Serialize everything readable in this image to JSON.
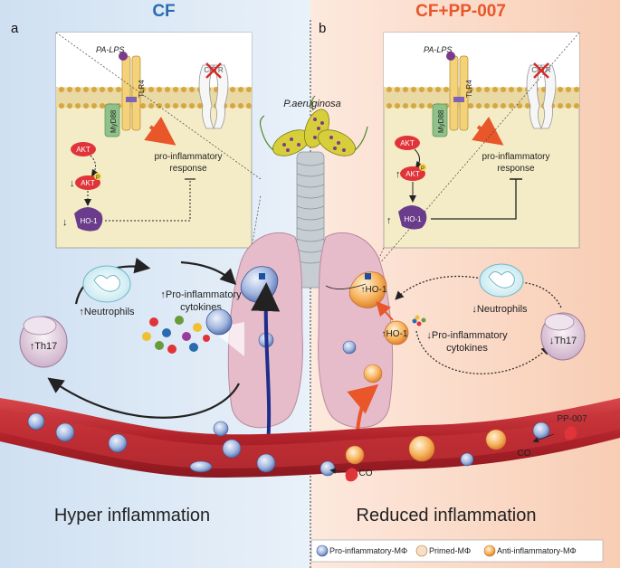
{
  "panels": {
    "left": {
      "letter": "a",
      "title": "CF",
      "footer": "Hyper inflammation",
      "inset": {
        "pa_lps": "PA-LPS",
        "tlr4": "TLR4",
        "myd88": "MyD88",
        "cftr": "CFTR",
        "akt_top": "AKT",
        "akt_bottom": "AKT",
        "p": "P",
        "ho1": "HO-1",
        "response_line1": "pro-inflammatory",
        "response_line2": "response",
        "arrow_akt": "↓",
        "arrow_ho1": "↓"
      },
      "cytokines_line1": "↑Pro-inflammatory",
      "cytokines_line2": "cytokines",
      "neutrophils": "↑Neutrophils",
      "th17": "↑Th17"
    },
    "right": {
      "letter": "b",
      "title": "CF+PP-007",
      "footer": "Reduced inflammation",
      "inset": {
        "pa_lps": "PA-LPS",
        "tlr4": "TLR4",
        "myd88": "MyD88",
        "cftr": "CFTR",
        "akt_top": "AKT",
        "akt_bottom": "AKT",
        "p": "P",
        "ho1": "HO-1",
        "response_line1": "pro-inflammatory",
        "response_line2": "response",
        "arrow_akt": "↑",
        "arrow_ho1": "↑"
      },
      "ho1_lung": "↑HO-1",
      "ho1_cell": "↑HO-1",
      "cytokines_line1": "↓Pro-inflammatory",
      "cytokines_line2": "cytokines",
      "neutrophils": "↓Neutrophils",
      "th17": "↓Th17",
      "pp007": "PP-007",
      "co_1": "CO",
      "co_2": "CO"
    }
  },
  "center": {
    "bacteria_label": "P.aeruginosa"
  },
  "legend": {
    "items": [
      {
        "label": "Pro-inflammatory-MΦ"
      },
      {
        "label": "Primed-MΦ"
      },
      {
        "label": "Anti-inflammatory-MΦ"
      }
    ]
  },
  "colors": {
    "left_bg": "#dce8f5",
    "right_bg": "#fbe3d3",
    "title_left": "#2a6bb0",
    "title_right": "#e8562a",
    "lung": "#e6b8c8",
    "vessel": "#b8232a",
    "macrophage_pro": "#6f8fc9",
    "macrophage_anti": "#f0a040"
  }
}
